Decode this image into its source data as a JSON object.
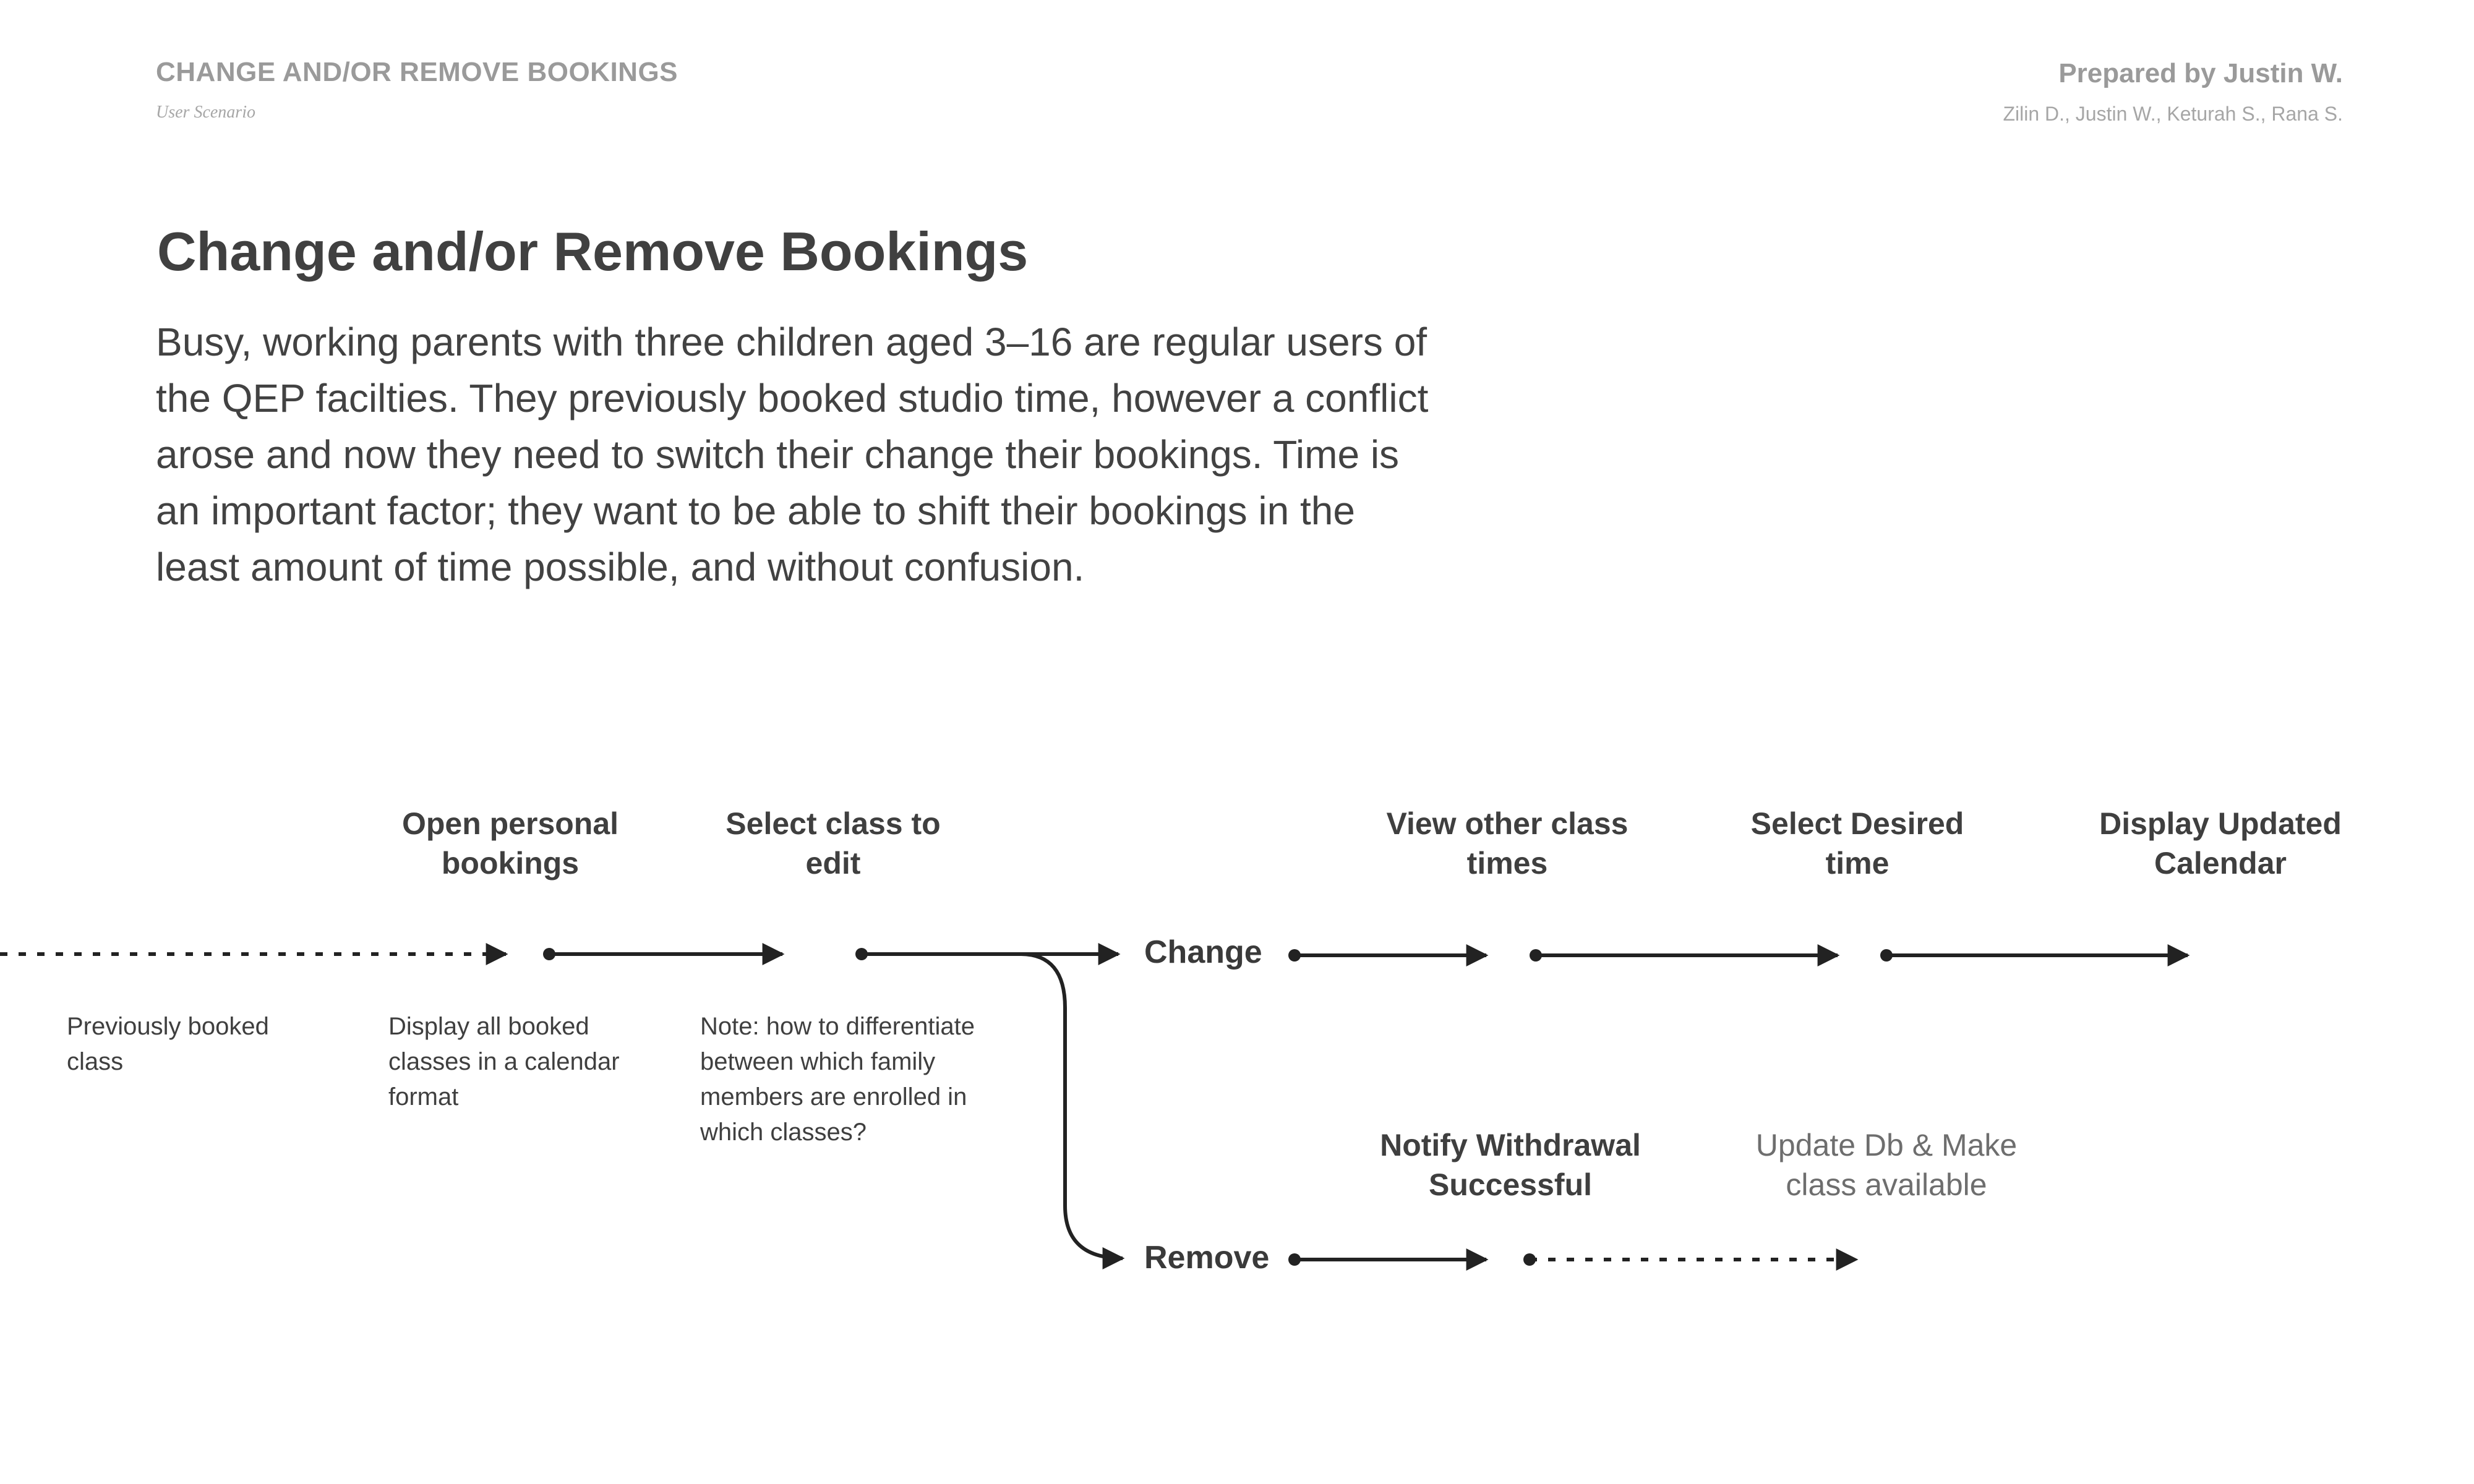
{
  "header": {
    "doc_title": "CHANGE AND/OR REMOVE BOOKINGS",
    "doc_type": "User Scenario",
    "prepared_by": "Prepared by Justin W.",
    "team": "Zilin D., Justin W., Keturah S., Rana S."
  },
  "main": {
    "title": "Change and/or Remove Bookings",
    "description": "Busy, working parents with three children aged 3–16 are regular users of the QEP facilties. They previously booked studio time, however a conflict arose and now they need to switch their change their bookings. Time is an important factor; they want to be able to shift their bookings in the least amount of time possible, and without confusion."
  },
  "flow": {
    "steps": {
      "open_personal_bookings": [
        "Open personal",
        "bookings"
      ],
      "select_class": [
        "Select class to",
        "edit"
      ],
      "view_other_times": [
        "View other class",
        "times"
      ],
      "select_desired_time": [
        "Select Desired",
        "time"
      ],
      "display_updated_calendar": [
        "Display Updated",
        "Calendar"
      ],
      "notify_withdrawal": [
        "Notify Withdrawal",
        "Successful"
      ],
      "update_db": [
        "Update Db & Make",
        "class available"
      ]
    },
    "branches": {
      "change": "Change",
      "remove": "Remove"
    },
    "notes": {
      "previously_booked": [
        "Previously booked",
        "class"
      ],
      "display_all": [
        "Display all booked",
        "classes in a calendar",
        "format"
      ],
      "differentiate": [
        "Note: how to differentiate",
        "between which family",
        "members are enrolled in",
        "which classes?"
      ]
    },
    "colors": {
      "line": "#222222",
      "step_text": "#3f3f3f",
      "muted_text": "#6e6e6e",
      "header_text": "#9a9a9a"
    }
  }
}
